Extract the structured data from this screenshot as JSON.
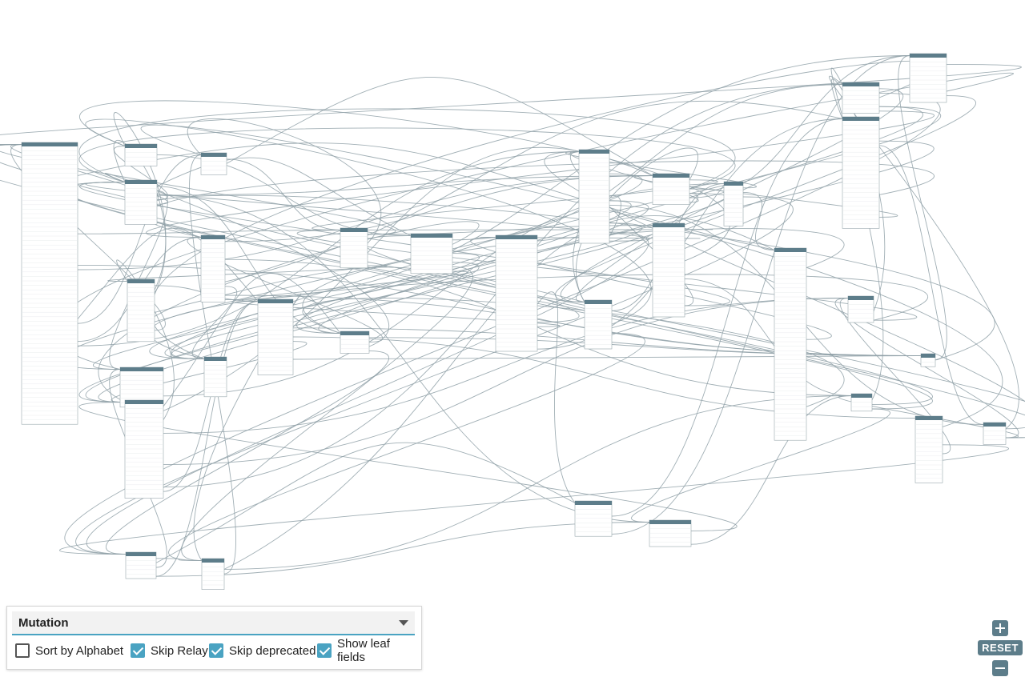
{
  "controls": {
    "schema_select": {
      "value": "Mutation"
    },
    "options": [
      {
        "label": "Sort by Alphabet",
        "checked": false
      },
      {
        "label": "Skip Relay",
        "checked": true
      },
      {
        "label": "Skip deprecated",
        "checked": true
      },
      {
        "label": "Show leaf fields",
        "checked": true
      }
    ],
    "zoom": {
      "reset_label": "RESET"
    }
  },
  "colors": {
    "node_header": "#5d7d8a",
    "accent": "#4aa3c2",
    "edge": "#90a1a8"
  }
}
